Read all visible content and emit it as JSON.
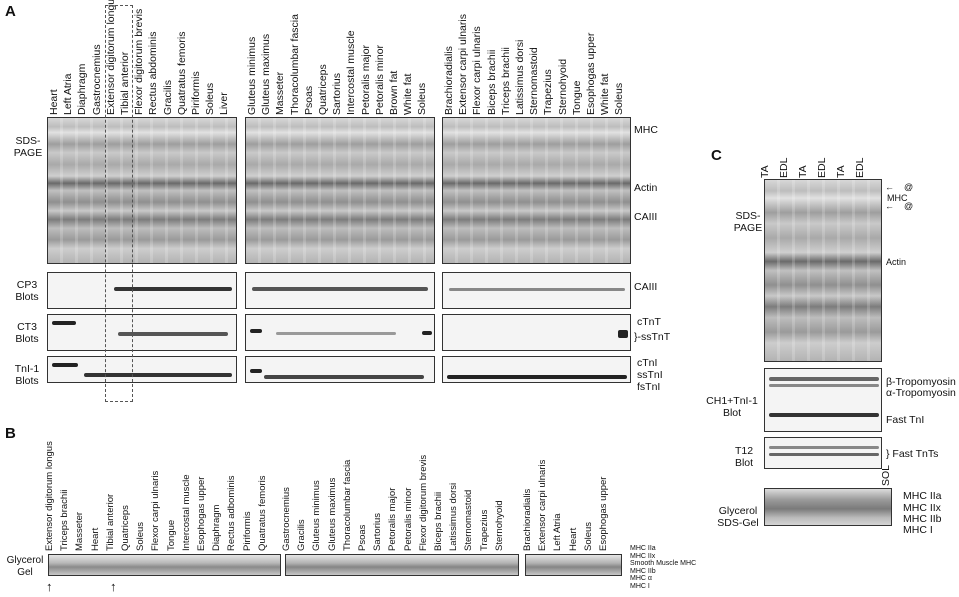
{
  "panels": {
    "a": "A",
    "b": "B",
    "c": "C"
  },
  "panelA": {
    "lanes1": [
      "Heart",
      "Left Atria",
      "Diaphragm",
      "Gastrocnemius",
      "Extensor digitorum longus",
      "Tibial anterior",
      "Flexor digitorum brevis",
      "Rectus abdominis",
      "Gracilis",
      "Quatratus femoris",
      "Piriformis",
      "Soleus",
      "Liver"
    ],
    "lanes2": [
      "Gluteus minimus",
      "Gluteus maximus",
      "Masseter",
      "Thoracolumbar fascia",
      "Psoas",
      "Quatriceps",
      "Sartorius",
      "Intercostal muscle",
      "Petoralis major",
      "Petoralis minor",
      "Brown fat",
      "White fat",
      "Soleus"
    ],
    "lanes3": [
      "Brachioradialis",
      "Extensor carpi ulnaris",
      "Flexor carpi ulnaris",
      "Biceps brachii",
      "Triceps brachii",
      "Latissimus dorsi",
      "Sternomastoid",
      "Trapezius",
      "Sternohyoid",
      "Tongue",
      "Esophogas upper",
      "White fat",
      "Soleus"
    ],
    "left": {
      "sds1": "SDS-",
      "sds2": "PAGE",
      "cp3a": "CP3",
      "cp3b": "Blots",
      "ct3a": "CT3",
      "ct3b": "Blots",
      "tni1a": "TnI-1",
      "tni1b": "Blots"
    },
    "right": {
      "mhc": "MHC",
      "actin": "Actin",
      "caiii1": "CAIII",
      "caiii2": "CAIII",
      "ctnt": "cTnT",
      "sstnt": "}-ssTnT",
      "ctni": "cTnI",
      "sstni": "ssTnI",
      "fstni": "fsTnI"
    }
  },
  "panelB": {
    "lanes1": [
      "Extensor digitorum longus",
      "Triceps brachii",
      "Masseter",
      "Heart",
      "Tibial anterior",
      "Quatriceps",
      "Soleus",
      "Flexor carpi ulnaris",
      "Tongue",
      "Intercostal muscle",
      "Esophogas upper",
      "Diaphragm",
      "Rectus adbominis",
      "Piriformis",
      "Quatratus femoris"
    ],
    "lanes2": [
      "Gastrocnemius",
      "Gracilis",
      "Gluteus minimus",
      "Gluteus maximus",
      "Thoracolumbar fascia",
      "Psoas",
      "Sartorius",
      "Petoralis major",
      "Petoralis minor",
      "Flexor digitorum brevis",
      "Biceps brachii",
      "Latissimus dorsi",
      "Sternomastoid",
      "Trapezius",
      "Sternohyoid"
    ],
    "lanes3": [
      "Brachioradialis",
      "Extensor carpi ulnaris",
      "Left Atria",
      "Heart",
      "Soleus",
      "Esophogas upper"
    ],
    "left1": "Glycerol",
    "left2": "Gel",
    "right": [
      "MHC IIa",
      "MHC IIx",
      "Smooth Muscle MHC",
      "MHC IIb",
      "MHC α",
      "MHC I"
    ]
  },
  "panelC": {
    "lanes": [
      "TA",
      "EDL",
      "TA",
      "EDL",
      "TA",
      "EDL"
    ],
    "sol": "SOL",
    "left": {
      "sds1": "SDS-",
      "sds2": "PAGE",
      "ch1": "CH1+TnI-1",
      "ch1b": "Blot",
      "t12": "T12",
      "t12b": "Blot",
      "gly1": "Glycerol",
      "gly2": "SDS-Gel"
    },
    "right": {
      "mhc": "MHC",
      "at": "@",
      "actin": "Actin",
      "btm": "β-Tropomyosin",
      "atm": "α-Tropomyosin",
      "fasttni": "Fast TnI",
      "fasttnts": "} Fast TnTs",
      "mhc2a": "MHC IIa",
      "mhc2x": "MHC IIx",
      "mhc2b": "MHC IIb",
      "mhc1": "MHC I"
    }
  }
}
